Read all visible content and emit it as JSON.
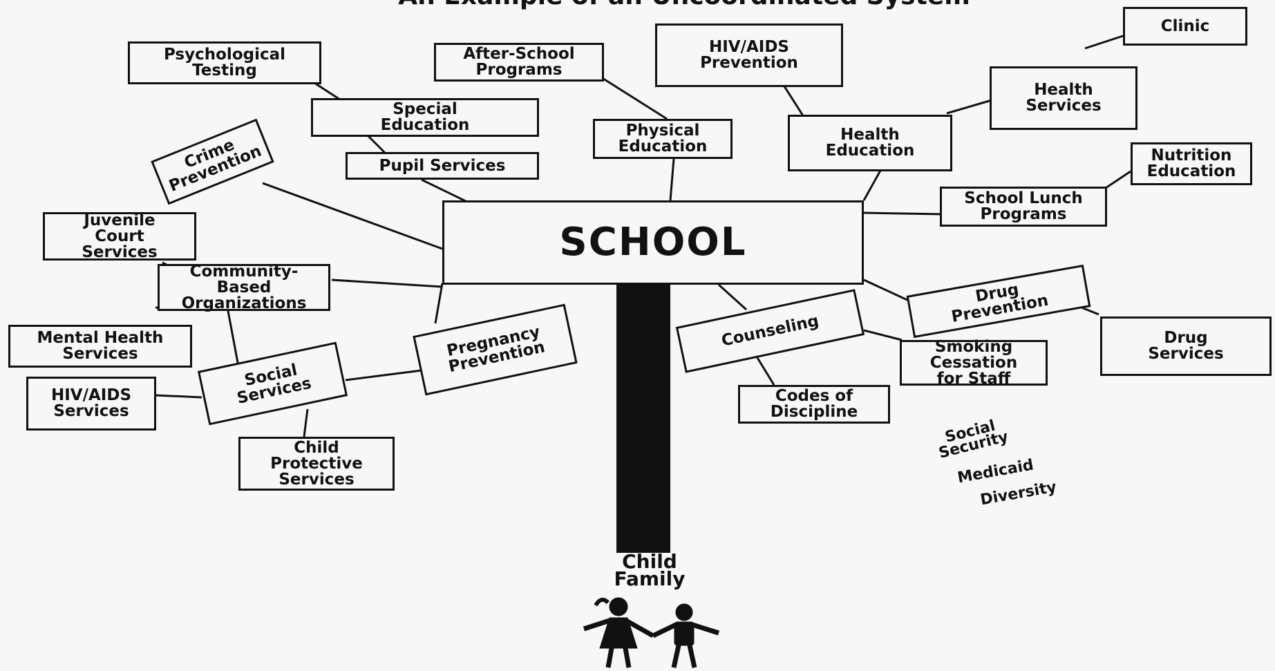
{
  "title": "An Example of an Uncoordinated System",
  "center": "SCHOOL",
  "boxes": {
    "psychological_testing": "Psychological\nTesting",
    "after_school": "After-School\nPrograms",
    "hiv_prevention": "HIV/AIDS\nPrevention",
    "clinic": "Clinic",
    "special_education": "Special\nEducation",
    "physical_education": "Physical\nEducation",
    "health_education": "Health\nEducation",
    "health_services": "Health\nServices",
    "crime_prevention": "Crime\nPrevention",
    "pupil_services": "Pupil Services",
    "nutrition_education": "Nutrition\nEducation",
    "school_lunch": "School Lunch\nPrograms",
    "juvenile_court": "Juvenile\nCourt\nServices",
    "community_orgs": "Community-\nBased\nOrganizations",
    "mental_health": "Mental Health\nServices",
    "hiv_services": "HIV/AIDS\nServices",
    "social_services": "Social\nServices",
    "pregnancy_prevention": "Pregnancy\nPrevention",
    "child_protective": "Child\nProtective\nServices",
    "counseling": "Counseling",
    "drug_prevention": "Drug\nPrevention",
    "drug_services": "Drug\nServices",
    "smoking_cessation": "Smoking\nCessation\nfor Staff",
    "codes_discipline": "Codes of\nDiscipline"
  },
  "loose_labels": {
    "social_security": "Social\nSecurity",
    "medicaid": "Medicaid",
    "diversity": "Diversity"
  },
  "footer": "Child\nFamily"
}
